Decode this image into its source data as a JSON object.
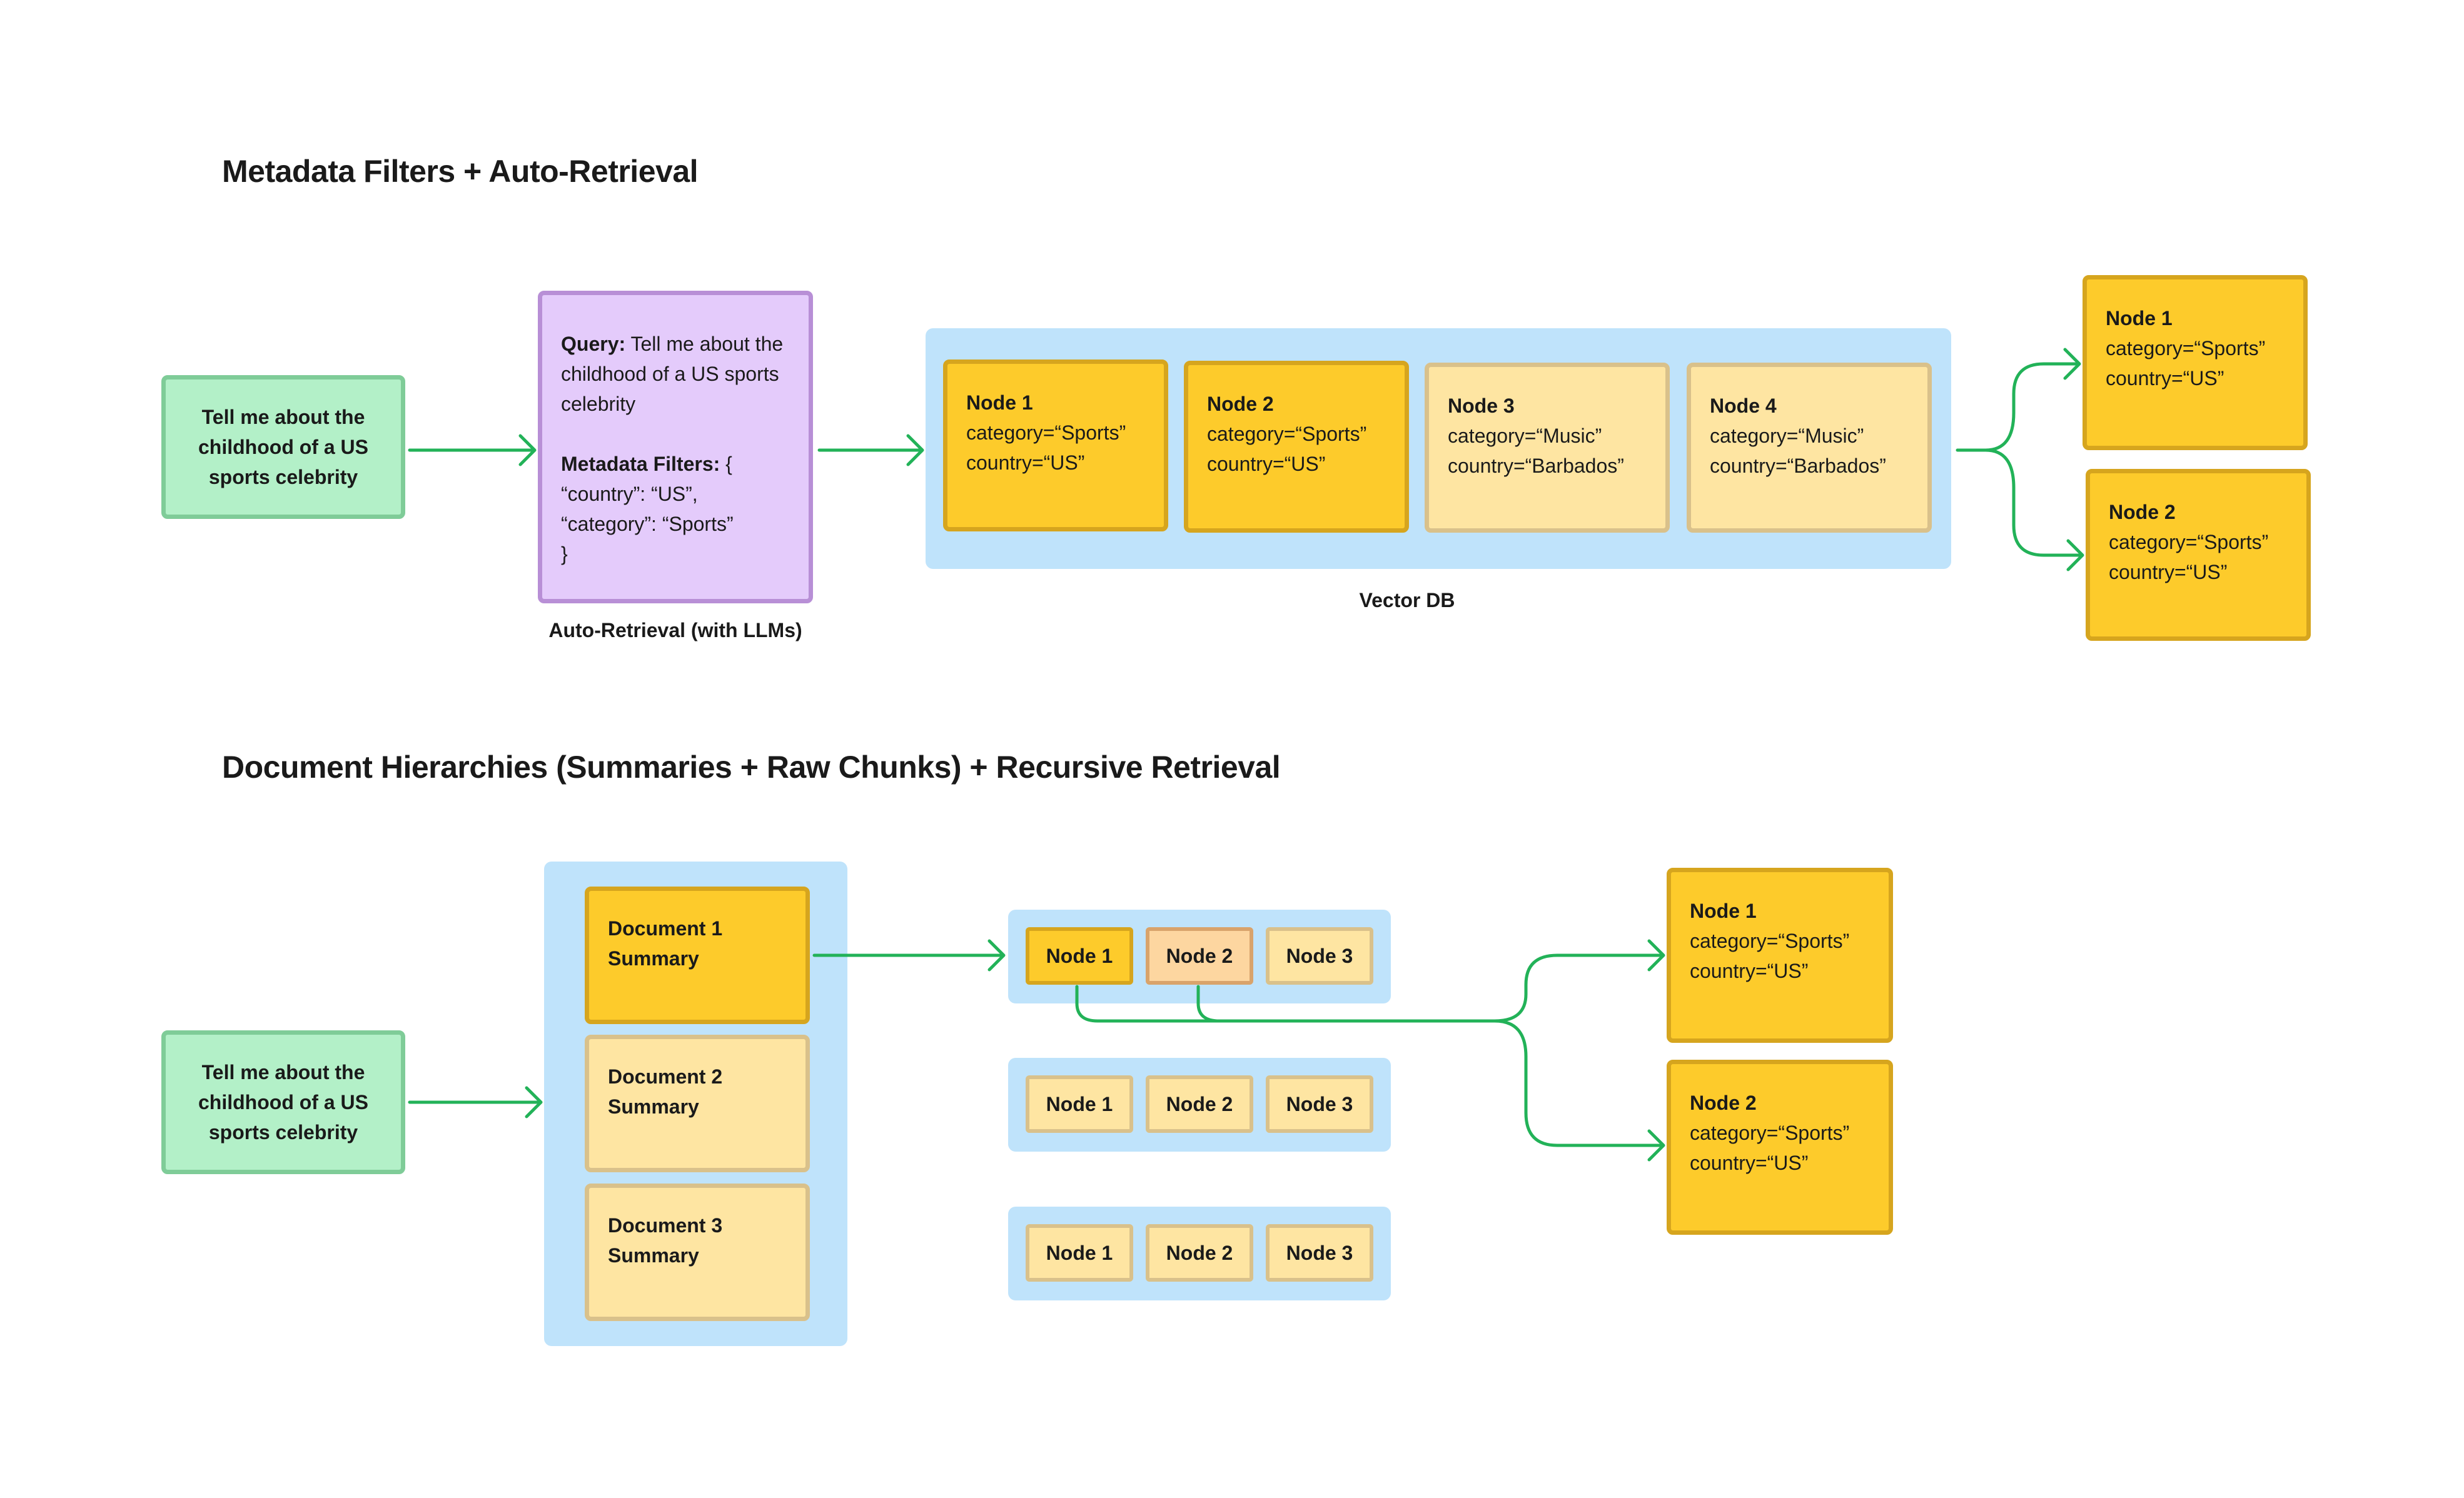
{
  "section1": {
    "title": "Metadata Filters + Auto-Retrieval",
    "question": "Tell me about the childhood of a US sports celebrity",
    "query_box": {
      "query_label": "Query:",
      "query_text": " Tell me about the childhood of a US sports celebrity",
      "filters_label": "Metadata Filters:",
      "filters_open": " {",
      "filters_line1": "“country”: “US”,",
      "filters_line2": "“category”: “Sports”",
      "filters_close": "}"
    },
    "auto_retrieval_caption": "Auto-Retrieval (with LLMs)",
    "vector_db_caption": "Vector DB",
    "db_nodes": [
      {
        "title": "Node 1",
        "line1": "category=“Sports”",
        "line2": "country=“US”"
      },
      {
        "title": "Node 2",
        "line1": "category=“Sports”",
        "line2": "country=“US”"
      },
      {
        "title": "Node 3",
        "line1": "category=“Music”",
        "line2": "country=“Barbados”"
      },
      {
        "title": "Node 4",
        "line1": "category=“Music”",
        "line2": "country=“Barbados”"
      }
    ],
    "results": [
      {
        "title": "Node 1",
        "line1": "category=“Sports”",
        "line2": "country=“US”"
      },
      {
        "title": "Node 2",
        "line1": "category=“Sports”",
        "line2": "country=“US”"
      }
    ]
  },
  "section2": {
    "title": "Document Hierarchies (Summaries + Raw Chunks) + Recursive Retrieval",
    "question": "Tell me about the childhood of a US sports celebrity",
    "documents": [
      {
        "line1": "Document 1",
        "line2": "Summary"
      },
      {
        "line1": "Document 2",
        "line2": "Summary"
      },
      {
        "line1": "Document 3",
        "line2": "Summary"
      }
    ],
    "chunk_rows": [
      [
        "Node 1",
        "Node 2",
        "Node 3"
      ],
      [
        "Node 1",
        "Node 2",
        "Node 3"
      ],
      [
        "Node 1",
        "Node 2",
        "Node 3"
      ]
    ],
    "results": [
      {
        "title": "Node 1",
        "line1": "category=“Sports”",
        "line2": "country=“US”"
      },
      {
        "title": "Node 2",
        "line1": "category=“Sports”",
        "line2": "country=“US”"
      }
    ]
  },
  "colors": {
    "arrow": "#22b258",
    "query_green": "#b3f0c8",
    "purple": "#e4cbfb",
    "db_blue": "#bfe3fb",
    "node_yellow": "#fdcb2b",
    "node_light": "#fee5a2",
    "node_orange": "#fdd6a0"
  }
}
